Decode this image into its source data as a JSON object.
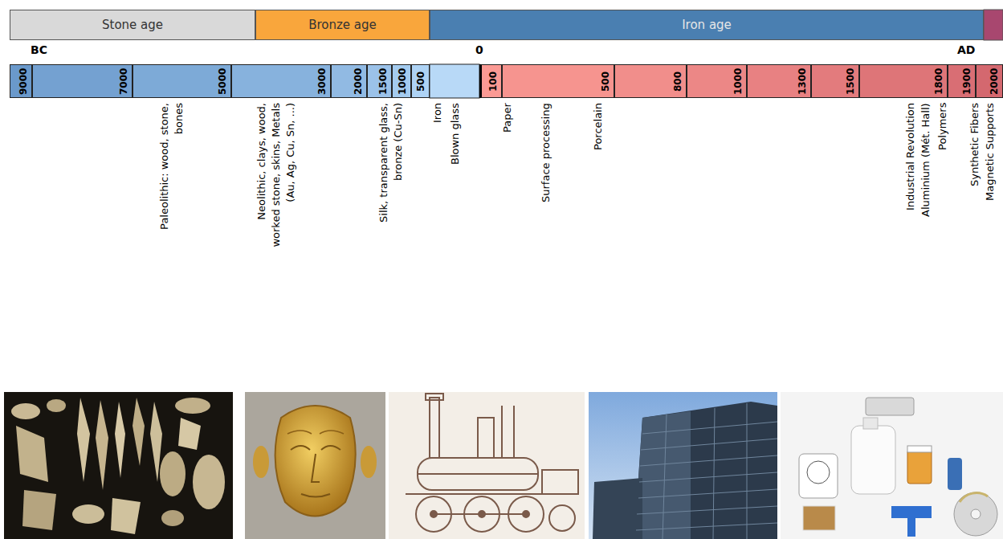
{
  "diagram": {
    "nodes": [
      {
        "text": [
          "Stone age"
        ]
      },
      {
        "text": [
          "Bronze age"
        ]
      },
      {
        "text": [
          "Iron age"
        ]
      },
      {
        "text": [
          "9000"
        ]
      },
      {
        "text": [
          "7000"
        ]
      },
      {
        "text": [
          "5000"
        ]
      },
      {
        "text": [
          "3000"
        ]
      },
      {
        "text": [
          "2000"
        ]
      },
      {
        "text": [
          "1500"
        ]
      },
      {
        "text": [
          "1000"
        ]
      },
      {
        "text": [
          "500"
        ]
      },
      {
        "text": [
          "100"
        ]
      },
      {
        "text": [
          "500"
        ]
      },
      {
        "text": [
          "800"
        ]
      },
      {
        "text": [
          "1000"
        ]
      },
      {
        "text": [
          "1300"
        ]
      },
      {
        "text": [
          "1500"
        ]
      },
      {
        "text": [
          "1800"
        ]
      },
      {
        "text": [
          "1900"
        ]
      },
      {
        "text": [
          "2000"
        ]
      }
    ],
    "labels": [
      "BC",
      "0",
      "AD",
      "Paleolithic: wood, stone, bones",
      "Neolithic, clays, wood, worked stone, skins, Metals (Au, Ag, Cu, Sn, ...)",
      "Silk, transparent glass, bronze (Cu-Sn)",
      "Iron",
      "Blown glass",
      "Paper",
      "Surface processing",
      "Porcelain",
      "Industrial Revolution",
      "Aluminium (Mét. Hall)",
      "Polymers",
      "Synthetic Fibers",
      "Magnetic Supports"
    ]
  }
}
